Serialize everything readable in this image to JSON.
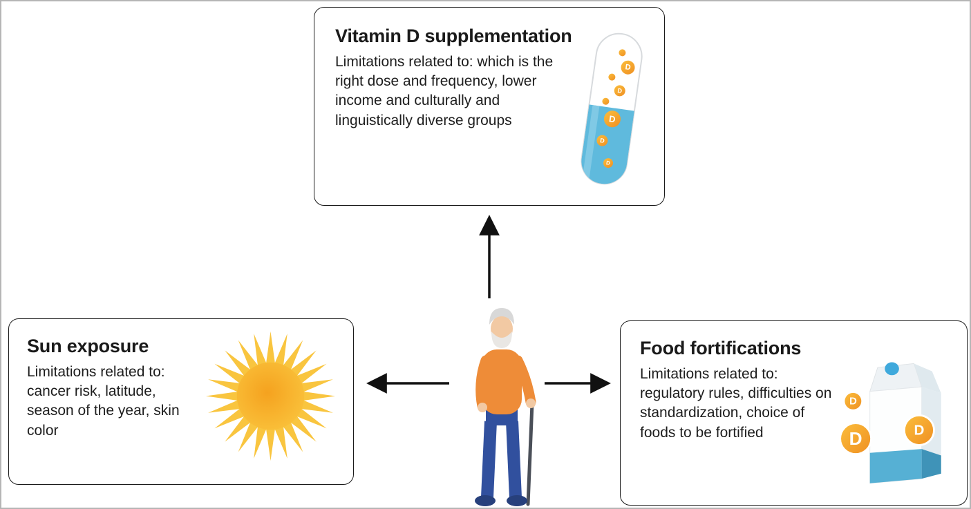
{
  "diagram": {
    "theme": "Vitamin D sources and their limitations in older adults",
    "nodes": {
      "supplementation": {
        "title": "Vitamin D supplementation",
        "body": "Limitations related to: which is the right dose and frequency, lower income and culturally and linguistically diverse groups",
        "icon": "vitamin-capsule-icon"
      },
      "sun_exposure": {
        "title": "Sun exposure",
        "body": "Limitations related to: cancer risk, latitude, season of the year, skin color",
        "icon": "sun-icon"
      },
      "food_fortifications": {
        "title": "Food fortifications",
        "body": "Limitations related to: regulatory rules, difficulties on standardization, choice of foods to be fortified",
        "icon": "milk-carton-icon"
      }
    },
    "center_figure": "elderly-man-with-cane",
    "arrows": [
      "up-to-supplementation",
      "left-to-sun-exposure",
      "right-to-food-fortifications"
    ]
  },
  "letters": {
    "d": "D"
  },
  "colors": {
    "box_border": "#1a1a1a",
    "title_text": "#1a1a1a",
    "body_text": "#1d1d1d",
    "arrow": "#111111",
    "sun_orange": "#f5a21f",
    "sun_yellow": "#f9c53f",
    "capsule_blue": "#5fbadd",
    "coin_orange": "#f39a2b",
    "carton_blue": "#56b0d4",
    "sweater_orange": "#ee8c38",
    "pants_blue": "#31509e",
    "frame_border": "#b5b5b5"
  }
}
